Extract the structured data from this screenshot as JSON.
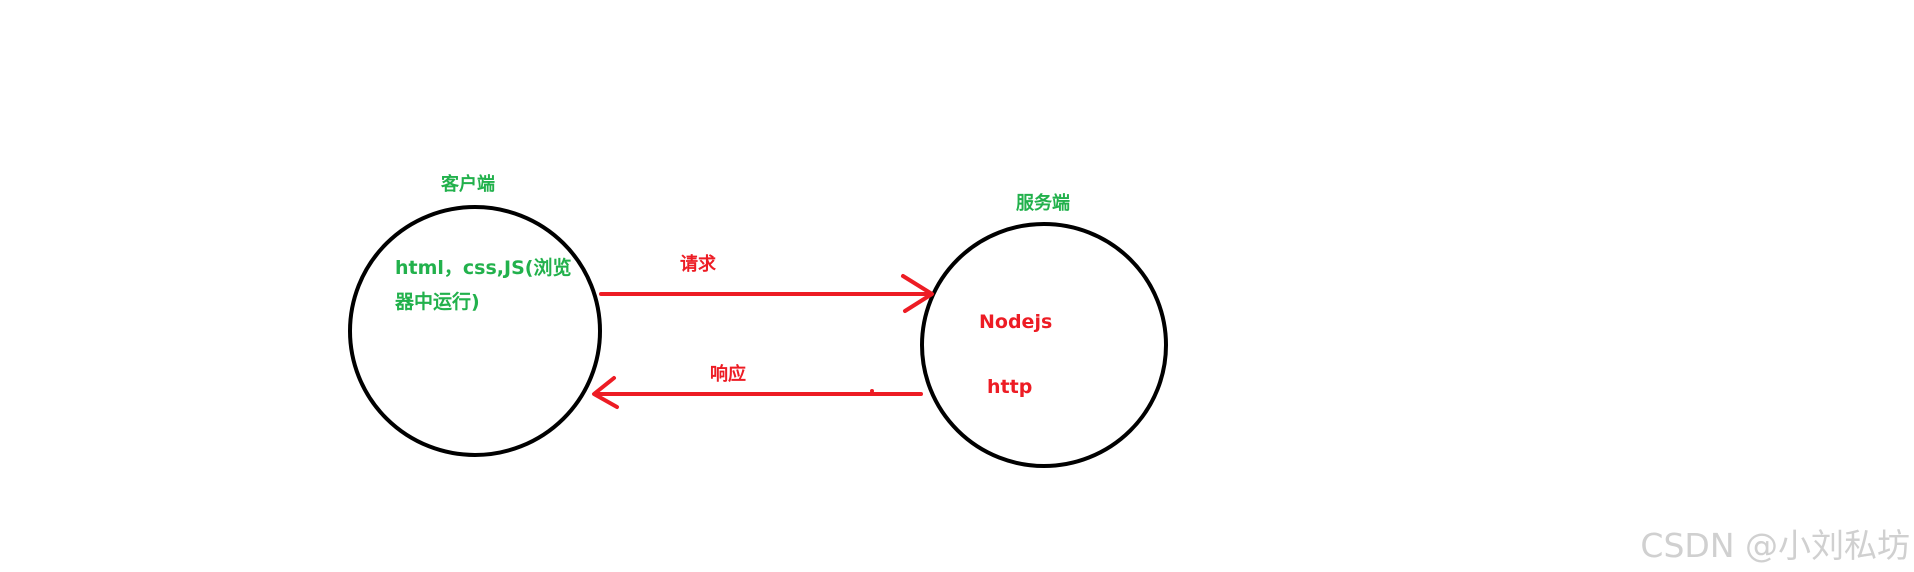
{
  "client": {
    "title": "客户端",
    "tech_line_1": "html，css,JS(浏览",
    "tech_line_2": "器中运行)"
  },
  "server": {
    "title": "服务端",
    "item_1": "Nodejs",
    "item_2": "http"
  },
  "arrows": {
    "request_label": "请求",
    "response_label": "响应"
  },
  "watermark": "CSDN @小刘私坊",
  "colors": {
    "title_green": "#22b14c",
    "accent_red": "#ed1c24",
    "stroke": "#000000",
    "watermark": "#d0d0d0"
  }
}
